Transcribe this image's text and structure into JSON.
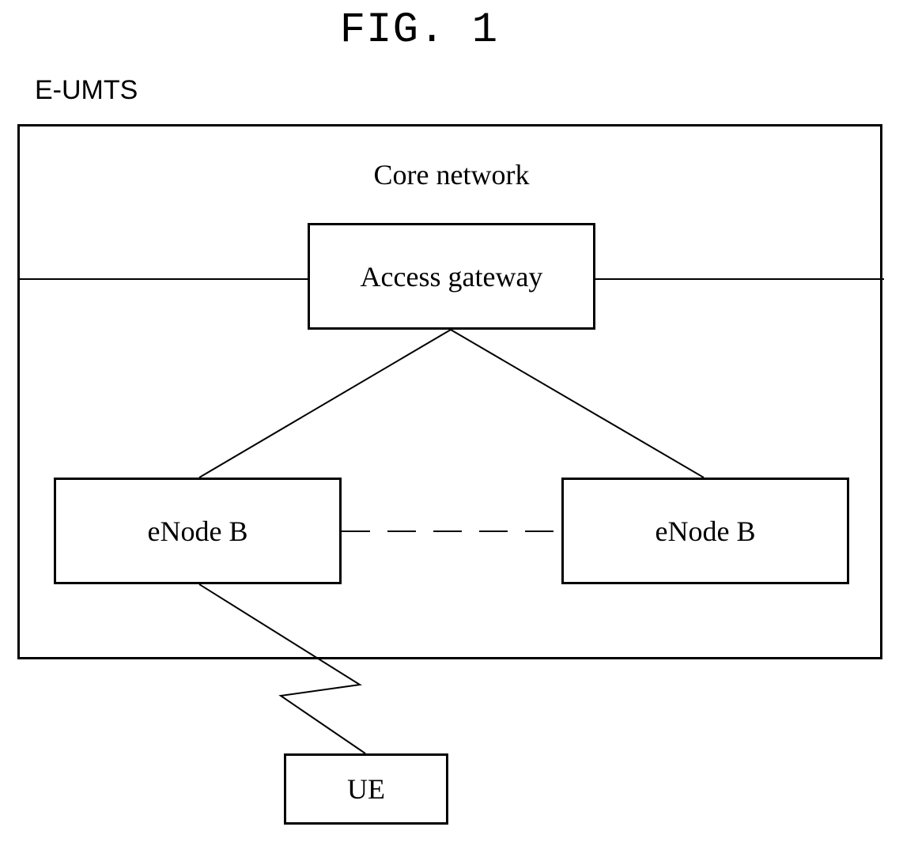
{
  "figure": {
    "title": "FIG. 1"
  },
  "system": {
    "label": "E-UMTS"
  },
  "core_network": {
    "label": "Core network"
  },
  "nodes": {
    "access_gateway": "Access gateway",
    "enodeb_left": "eNode B",
    "enodeb_right": "eNode B",
    "ue": "UE"
  },
  "colors": {
    "stroke": "#000000",
    "background": "#ffffff"
  }
}
